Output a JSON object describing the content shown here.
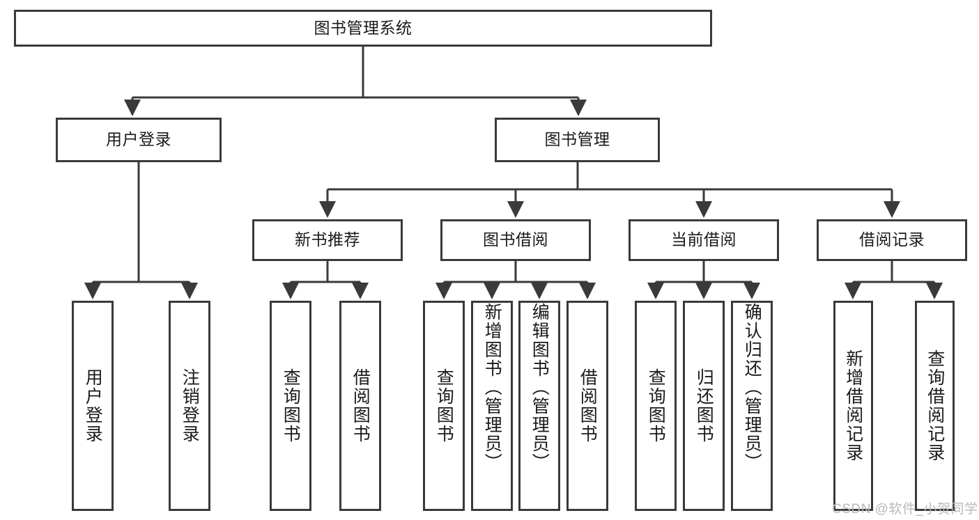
{
  "diagram": {
    "type": "tree",
    "title": "图书管理系统",
    "watermark": "CSDN @软件_小贺同学",
    "colors": {
      "background": "#ffffff",
      "box_border": "#3a3a3a",
      "box_fill": "#ffffff",
      "connector": "#3a3a3a",
      "text": "#1a1a1a",
      "watermark": "#b9b9b9"
    },
    "nodes": {
      "root": {
        "label": "图书管理系统"
      },
      "level2": [
        {
          "label": "用户登录"
        },
        {
          "label": "图书管理"
        }
      ],
      "level3": [
        {
          "label": "新书推荐"
        },
        {
          "label": "图书借阅"
        },
        {
          "label": "当前借阅"
        },
        {
          "label": "借阅记录"
        }
      ],
      "leaves": {
        "user_login": [
          {
            "label": "用户登录"
          },
          {
            "label": "注销登录"
          }
        ],
        "new_book_recommend": [
          {
            "label": "查询图书"
          },
          {
            "label": "借阅图书"
          }
        ],
        "book_borrow": [
          {
            "label": "查询图书"
          },
          {
            "label": "新增图书（管理员）"
          },
          {
            "label": "编辑图书（管理员）"
          },
          {
            "label": "借阅图书"
          }
        ],
        "current_borrow": [
          {
            "label": "查询图书"
          },
          {
            "label": "归还图书"
          },
          {
            "label": "确认归还（管理员）"
          }
        ],
        "borrow_record": [
          {
            "label": "新增借阅记录"
          },
          {
            "label": "查询借阅记录"
          }
        ]
      }
    }
  }
}
